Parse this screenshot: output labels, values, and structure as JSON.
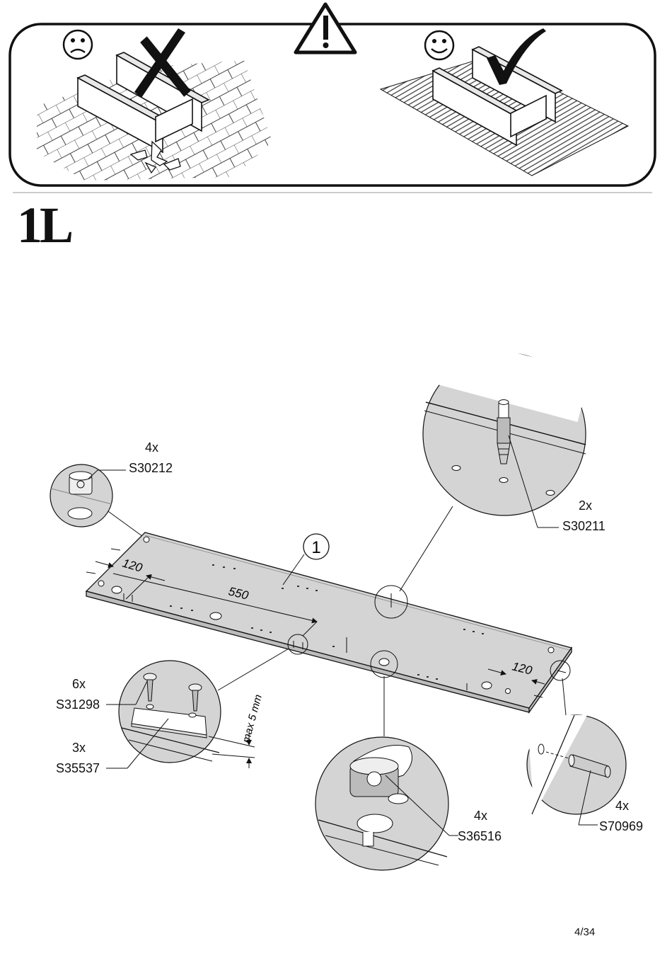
{
  "warning_panel": {
    "bad_face": "sad-face-icon",
    "bad_mark": "x-mark-icon",
    "good_face": "smiley-face-icon",
    "good_mark": "check-mark-icon",
    "warning_icon": "warning-triangle-icon",
    "bad_surface": "stone-tile-floor",
    "good_surface": "carpet"
  },
  "step": {
    "title": "1L"
  },
  "panel_label": "1",
  "dimensions": {
    "left_offset": "120",
    "long_span": "550",
    "right_offset": "120",
    "max_depth": "max 5 mm"
  },
  "parts": [
    {
      "qty": "4x",
      "code": "S30212"
    },
    {
      "qty": "2x",
      "code": "S30211"
    },
    {
      "qty": "6x",
      "code": "S31298"
    },
    {
      "qty": "3x",
      "code": "S35537"
    },
    {
      "qty": "4x",
      "code": "S36516"
    },
    {
      "qty": "4x",
      "code": "S70969"
    }
  ],
  "page": {
    "number": "4/34"
  }
}
